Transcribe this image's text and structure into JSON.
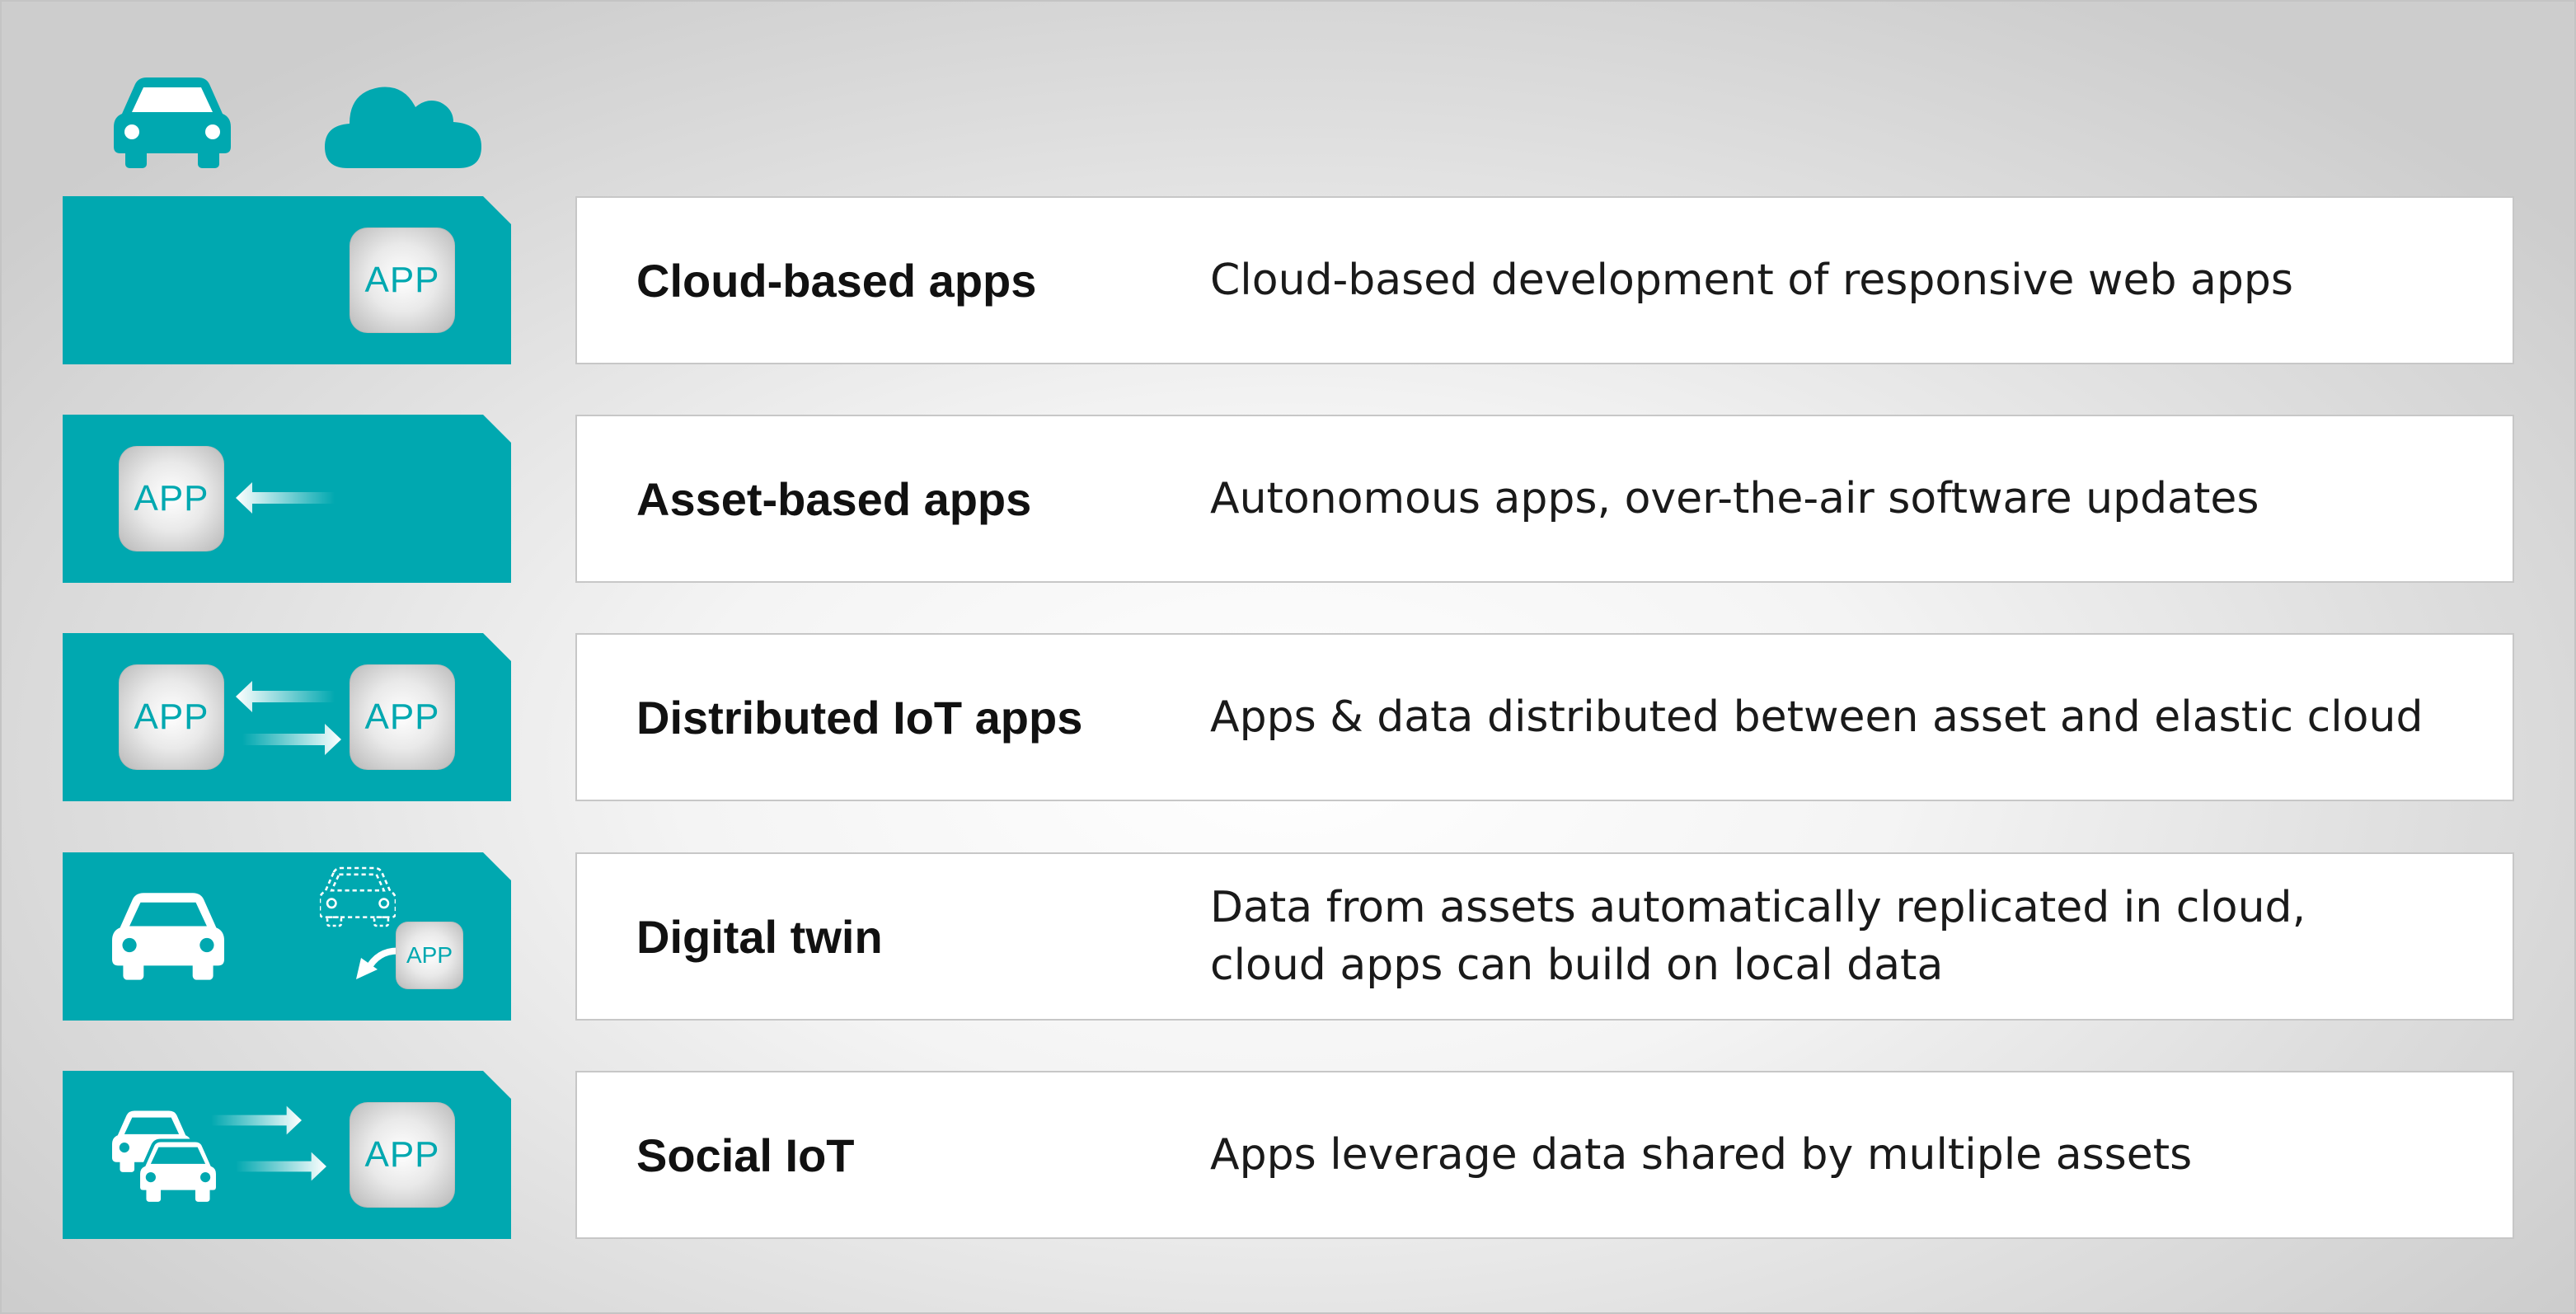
{
  "header": {
    "icons": [
      "car-icon",
      "cloud-icon"
    ]
  },
  "accent_color": "#00a8b0",
  "app_tile_label": "APP",
  "rows": [
    {
      "title": "Cloud-based apps",
      "description": "Cloud-based development of responsive web apps"
    },
    {
      "title": "Asset-based apps",
      "description": "Autonomous apps, over-the-air software updates"
    },
    {
      "title": "Distributed IoT apps",
      "description": "Apps & data distributed between asset and elastic cloud"
    },
    {
      "title": "Digital twin",
      "description": "Data from assets automatically replicated in cloud,\ncloud apps can build on local data"
    },
    {
      "title": "Social IoT",
      "description": "Apps leverage data shared by multiple assets"
    }
  ]
}
